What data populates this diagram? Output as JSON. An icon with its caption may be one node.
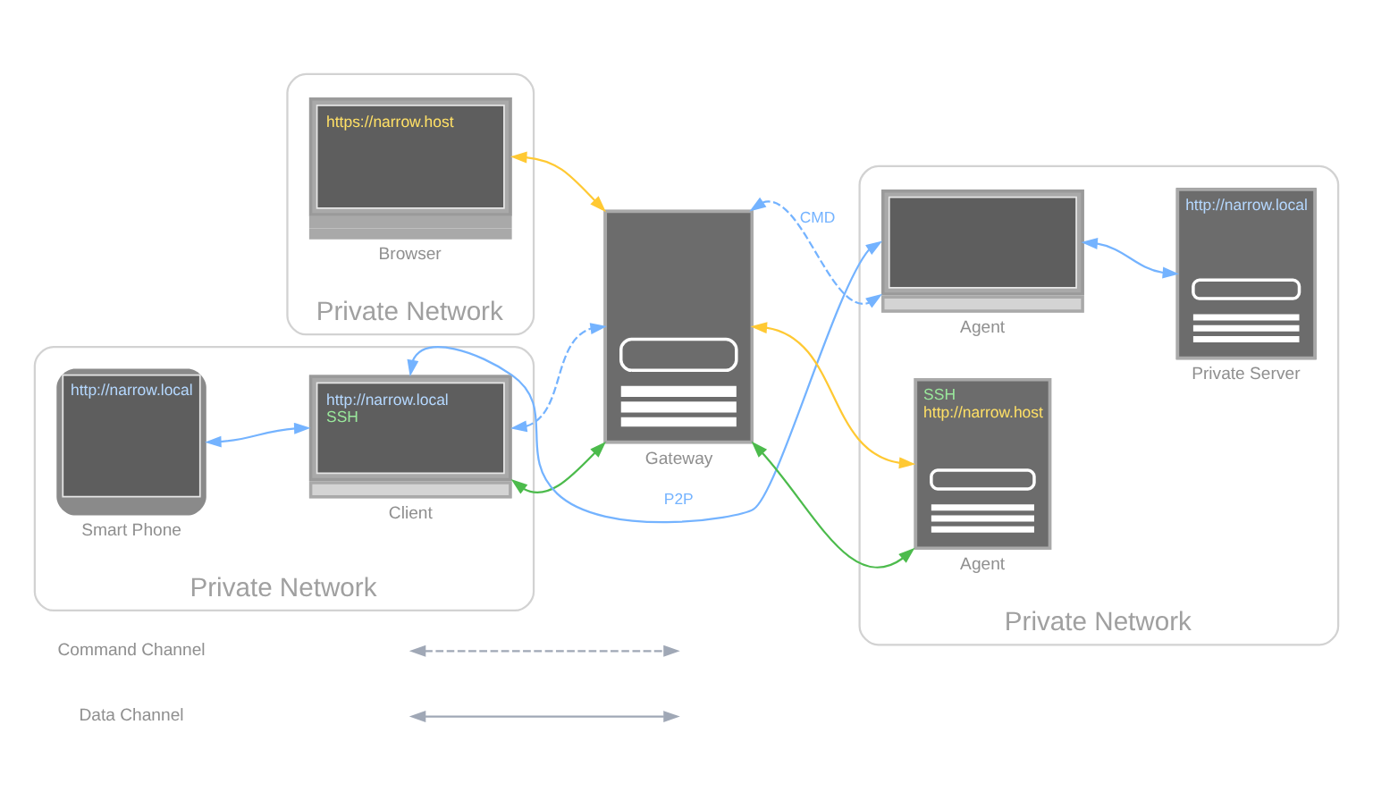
{
  "diagram": {
    "nodes": [
      {
        "text": [
          "Private Network"
        ]
      },
      {
        "text": [
          "https://narrow.host"
        ],
        "beside": [
          "Browser"
        ],
        "in": 0
      },
      {
        "text": [
          "Private Network"
        ]
      },
      {
        "text": [
          "http://narrow.local"
        ],
        "beside": [
          "Smart Phone"
        ],
        "in": 2
      },
      {
        "text": [
          "http://narrow.local",
          "SSH"
        ],
        "beside": [
          "Client"
        ],
        "in": 2
      },
      {
        "text": [],
        "shape": "picture",
        "beside": [
          "Gateway"
        ]
      },
      {
        "text": [
          "Private Network"
        ]
      },
      {
        "text": [],
        "shape": "picture",
        "beside": [
          "Agent"
        ],
        "in": 6
      },
      {
        "text": [
          "SSH",
          "http://narrow.host"
        ],
        "beside": [
          "Agent"
        ],
        "in": 6
      },
      {
        "text": [
          "http://narrow.local"
        ],
        "beside": [
          "Private Server"
        ],
        "in": 6
      }
    ],
    "edges": [
      {
        "from": 1,
        "to": 5,
        "arrow": "both",
        "color": "#ffc933"
      },
      {
        "from": 4,
        "to": 7,
        "arrow": "both",
        "label": "P2P"
      },
      {
        "from": 5,
        "to": 7,
        "arrow": "both",
        "label": "CMD",
        "style": "dashed"
      },
      {
        "from": 4,
        "to": 5,
        "arrow": "both",
        "style": "dashed"
      },
      {
        "from": 4,
        "to": 5,
        "arrow": "both",
        "color": "#4cbb4c"
      },
      {
        "from": 5,
        "to": 8,
        "arrow": "both",
        "color": "#ffc933"
      },
      {
        "from": 5,
        "to": 8,
        "arrow": "both",
        "color": "#4cbb4c"
      },
      {
        "from": 3,
        "to": 4,
        "arrow": "both"
      },
      {
        "from": 7,
        "to": 9,
        "arrow": "both"
      }
    ],
    "legend": [
      {
        "text": "Command Channel"
      },
      {
        "text": "Data Channel"
      }
    ]
  }
}
